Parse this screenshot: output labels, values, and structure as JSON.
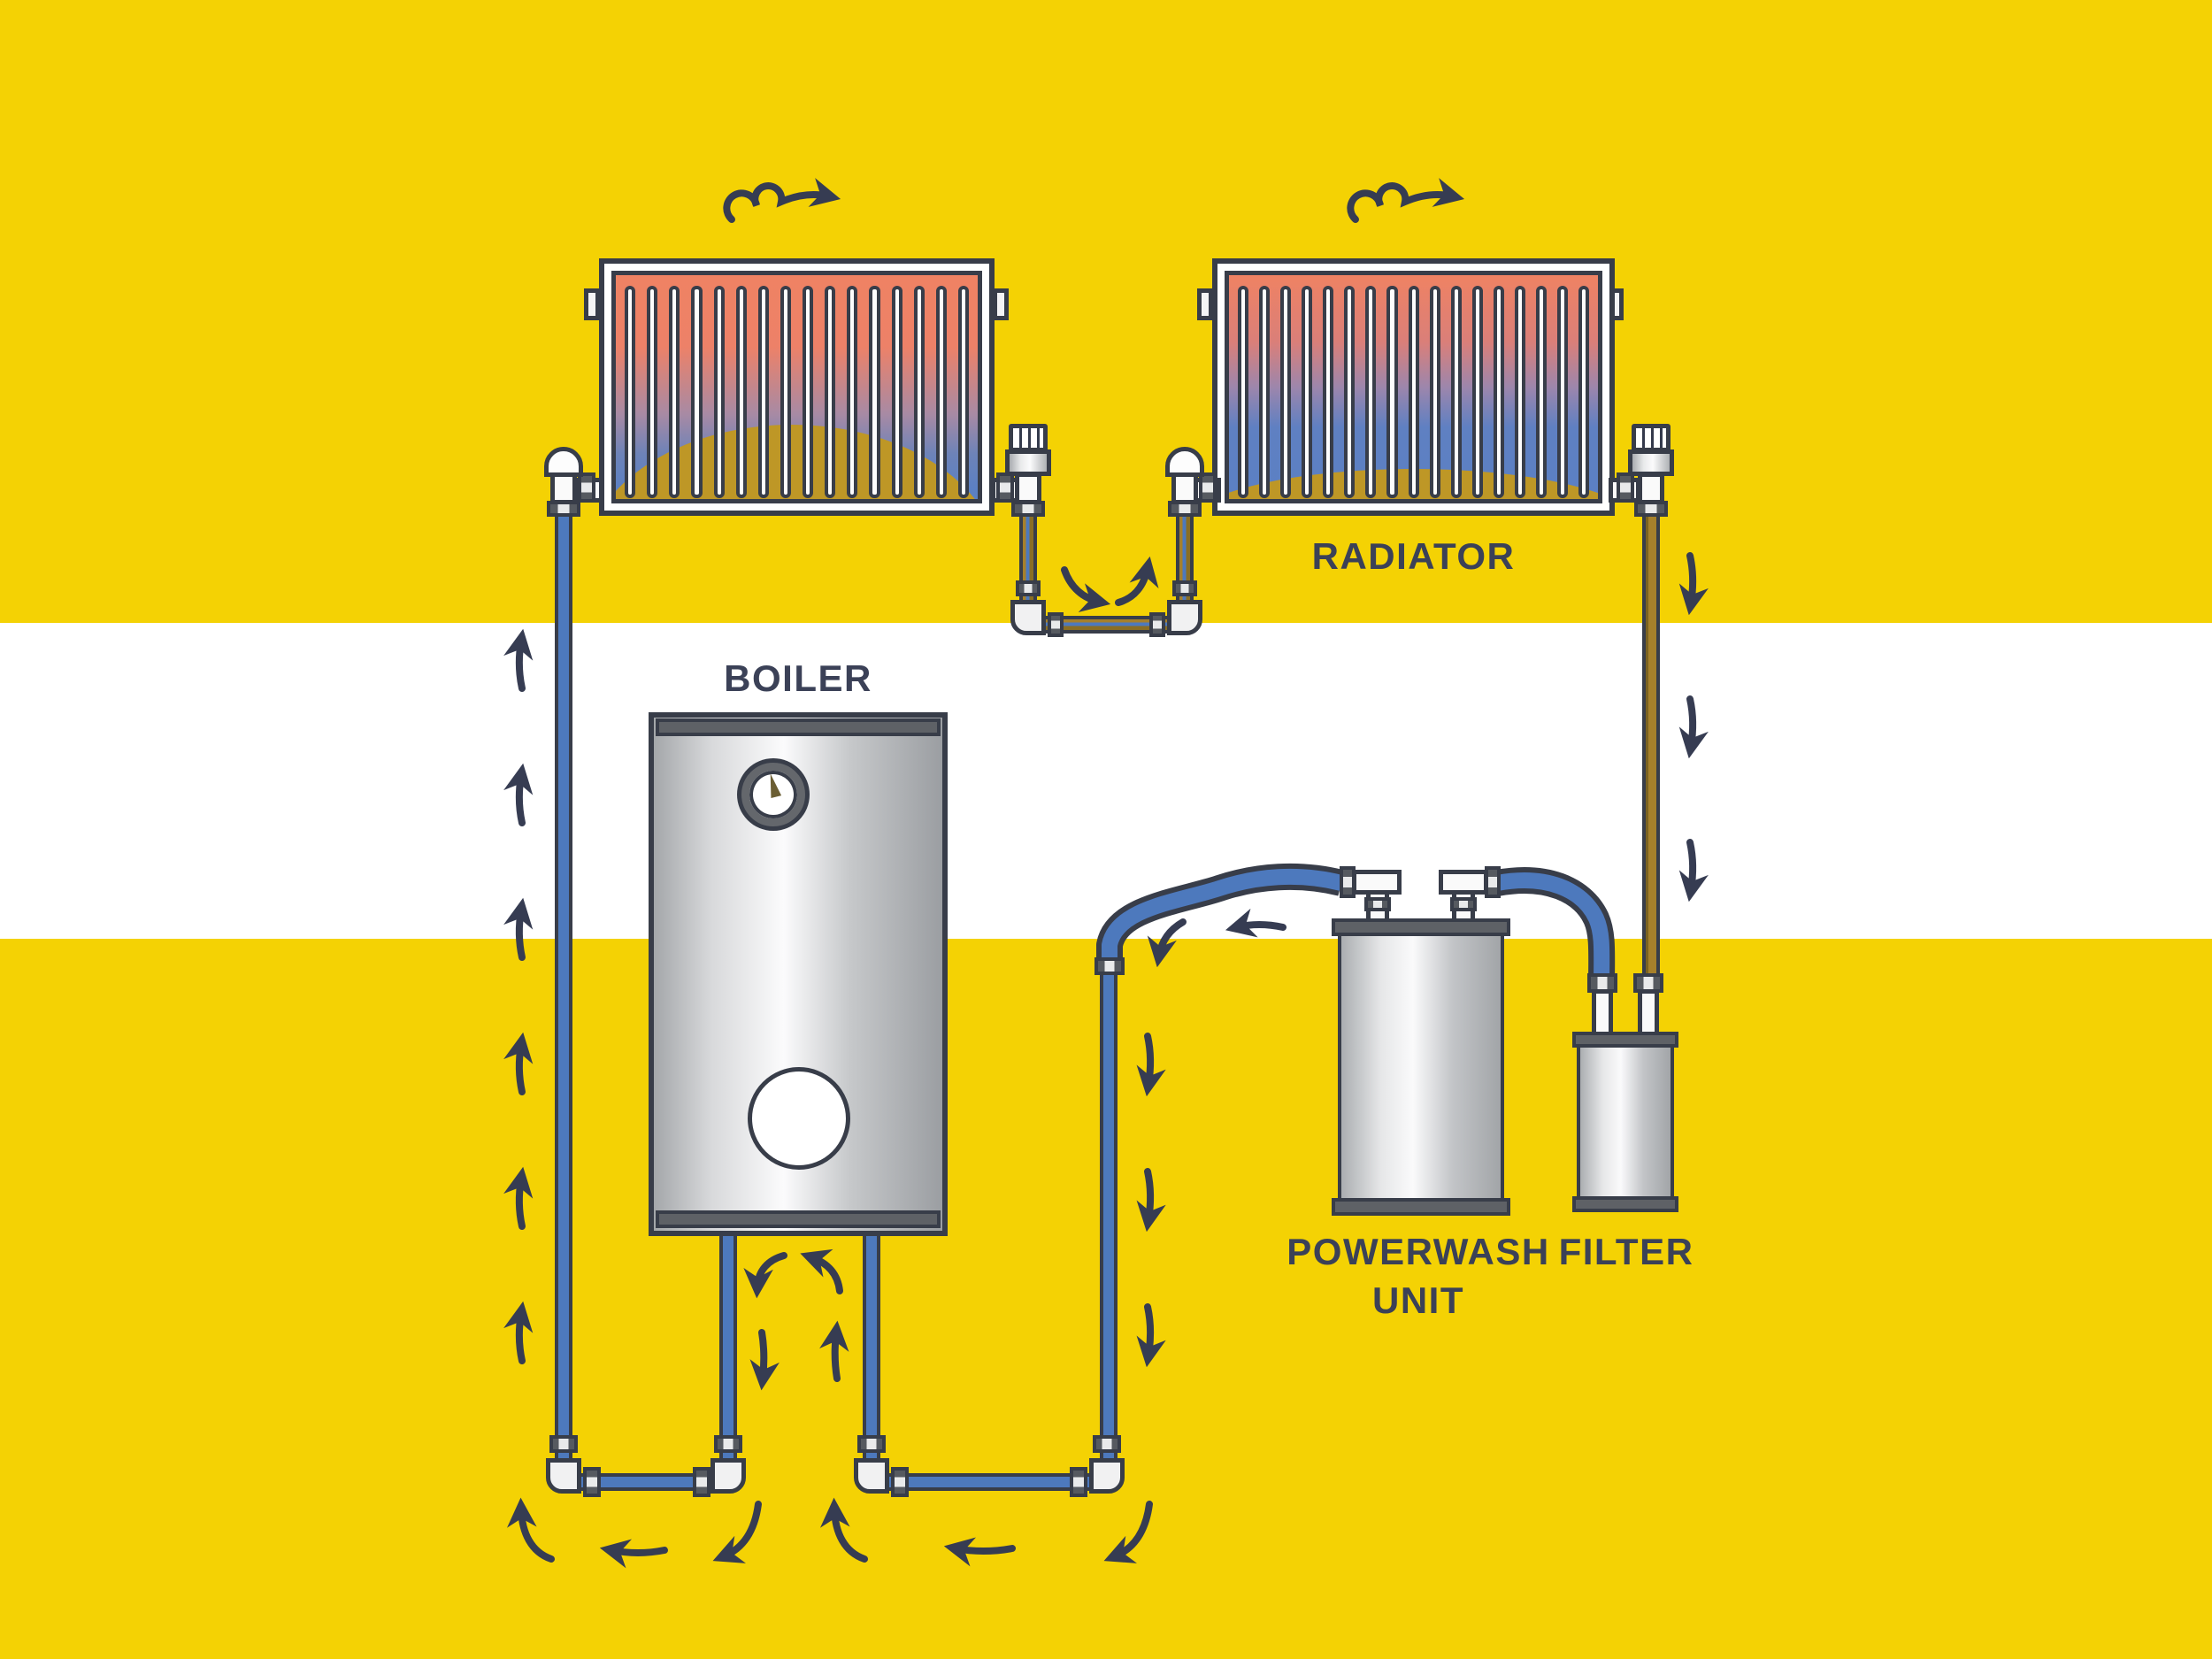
{
  "labels": {
    "boiler": "BOILER",
    "radiator": "RADIATOR",
    "powerwash_line1": "POWERWASH",
    "powerwash_line2": "UNIT",
    "filter": "FILTER"
  },
  "colors": {
    "background": "#F4D204",
    "band": "#FFFFFF",
    "outline": "#383D49",
    "text": "#3B4157",
    "pipe_blue": "#4D79BD",
    "pipe_olive": "#A6802B",
    "sludge": "#BE9726",
    "radiator_hot": "#EF8263",
    "radiator_mid": "#9D86AC",
    "radiator_cold": "#5B80C4",
    "metal_cap": "#5E6166",
    "arrow": "#363C52"
  },
  "icons": {
    "heat-squiggle-arrow": "looped spiral arrow showing heat rising from radiator",
    "flow-arrow": "hand-drawn arrow showing water flow direction",
    "gauge-icon": "round pressure gauge with needle on boiler"
  }
}
